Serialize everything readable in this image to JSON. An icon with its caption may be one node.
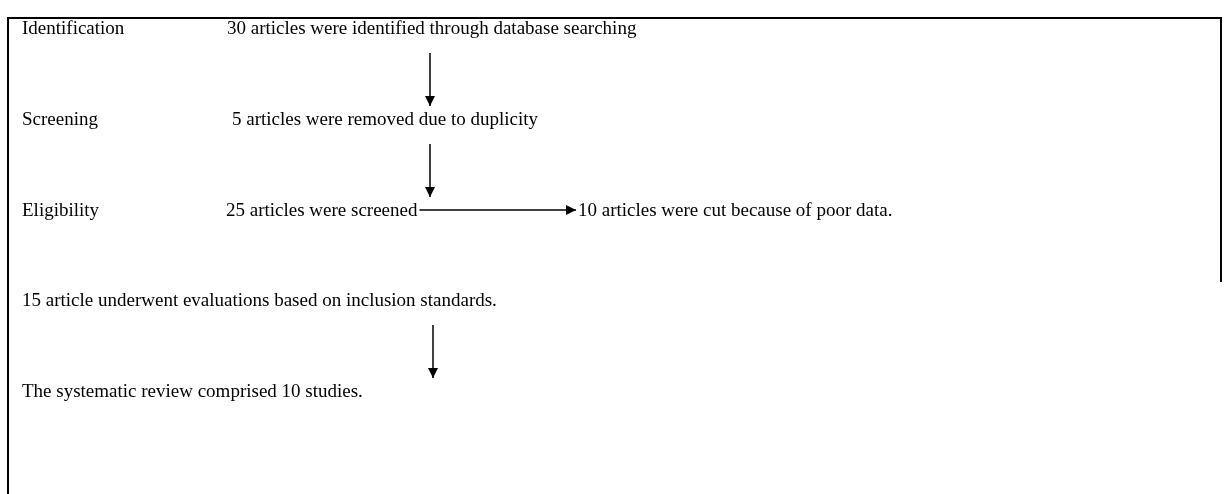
{
  "diagram": {
    "nodes": [
      {
        "text": [
          "30 articles were identified through database searching"
        ]
      },
      {
        "text": [
          "5 articles were removed due to duplicity"
        ]
      },
      {
        "text": [
          "25 articles were screened"
        ]
      },
      {
        "text": [
          "10 articles were cut because of poor data."
        ]
      },
      {
        "text": [
          "15 article underwent evaluations based on inclusion standards."
        ]
      },
      {
        "text": [
          "The systematic review comprised 10 studies."
        ]
      }
    ],
    "edges": [
      {
        "from": 0,
        "to": 1,
        "arrow": "to"
      },
      {
        "from": 1,
        "to": 2,
        "arrow": "to"
      },
      {
        "from": 2,
        "to": 3,
        "arrow": "to"
      },
      {
        "from": 4,
        "to": 5,
        "arrow": "to"
      }
    ],
    "labels": [
      "Identification",
      "Screening",
      "Eligibility"
    ]
  }
}
